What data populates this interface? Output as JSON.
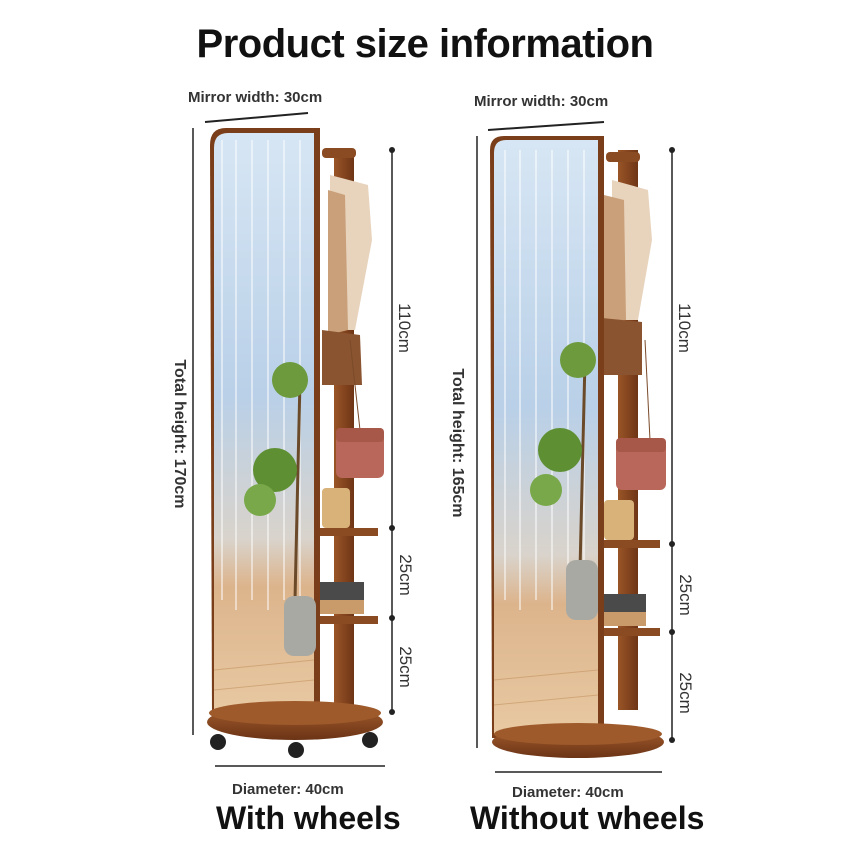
{
  "title": "Product size information",
  "left_product": {
    "mirror_width": "Mirror width: 30cm",
    "total_height": "Total height: 170cm",
    "seg_top": "110cm",
    "seg_mid": "25cm",
    "seg_bot": "25cm",
    "diameter": "Diameter: 40cm",
    "caption": "With wheels"
  },
  "right_product": {
    "mirror_width": "Mirror width: 30cm",
    "total_height": "Total height: 165cm",
    "seg_top": "110cm",
    "seg_mid": "25cm",
    "seg_bot": "25cm",
    "diameter": "Diameter: 40cm",
    "caption": "Without wheels"
  },
  "colors": {
    "wood": "#8a4a22",
    "wood_dark": "#6b3416",
    "mirror_sky": "#c9dcef",
    "mirror_floor": "#e2c09a",
    "dim_line": "#222222"
  }
}
